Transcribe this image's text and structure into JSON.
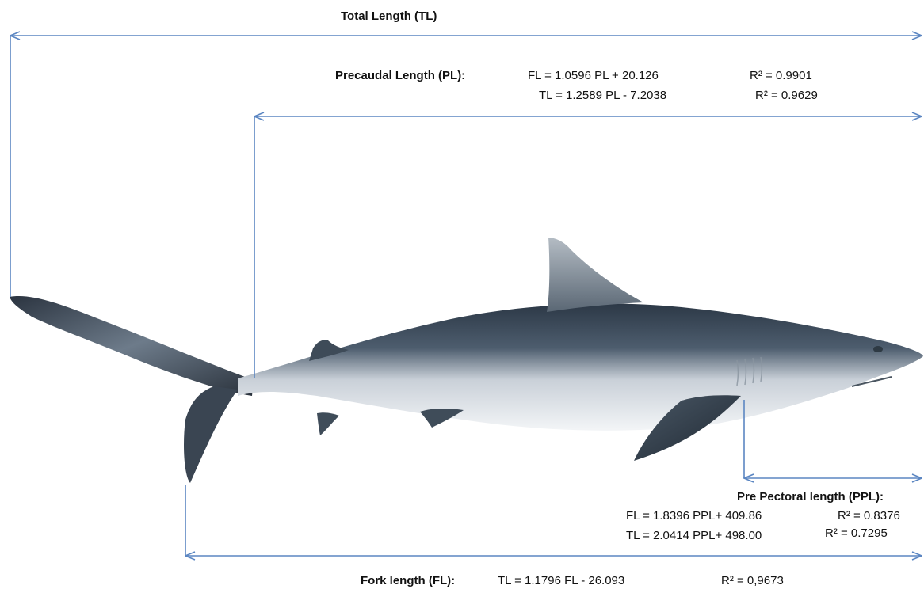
{
  "total_length": {
    "label": "Total Length (TL)"
  },
  "precaudal_length": {
    "label": "Precaudal Length (PL):",
    "eq1": "FL = 1.0596 PL + 20.126",
    "r2_1": "R² = 0.9901",
    "eq2": "TL = 1.2589 PL - 7.2038",
    "r2_2": "R² = 0.9629"
  },
  "pre_pectoral_length": {
    "label": "Pre Pectoral length (PPL):",
    "eq1": "FL = 1.8396 PPL+ 409.86",
    "r2_1": "R² = 0.8376",
    "eq2": "TL = 2.0414 PPL+ 498.00",
    "r2_2": "R² = 0.7295"
  },
  "fork_length": {
    "label": "Fork length (FL):",
    "eq1": "TL = 1.1796 FL - 26.093",
    "r2_1": "R² = 0,9673"
  },
  "colors": {
    "measure_line": "#5b86c2",
    "shark_dorsal": "#3a4a5a",
    "shark_belly": "#eef0f3"
  },
  "icons": {
    "shark": "shark-illustration"
  }
}
